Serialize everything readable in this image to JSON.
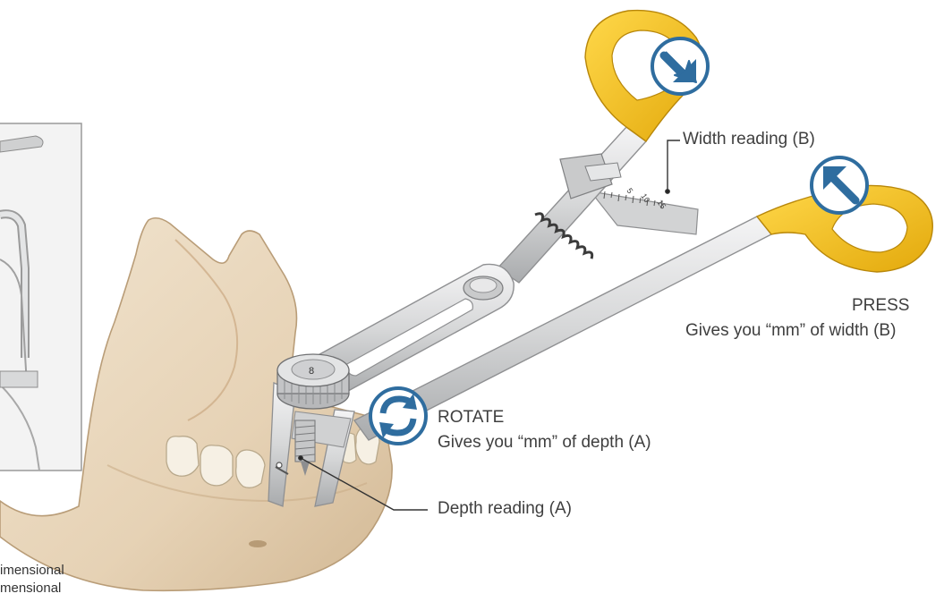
{
  "labels": {
    "width_reading": "Width reading (B)",
    "press_title": "PRESS",
    "press_desc": "Gives you “mm” of width (B)",
    "rotate_title": "ROTATE",
    "rotate_desc": "Gives you “mm” of depth (A)",
    "depth_reading": "Depth reading (A)",
    "inset_caption_1": "imensional",
    "inset_caption_2": "mensional"
  },
  "scale": {
    "ticks": [
      "5",
      "10",
      "15"
    ]
  },
  "knob_mark": "8",
  "icons": [
    "press-in-arrow-icon",
    "press-out-arrow-icon",
    "rotate-arrows-icon"
  ],
  "colors": {
    "handle_yellow": "#f2c01a",
    "icon_blue": "#2f6d9f",
    "bone": "#ead8bf",
    "metal": "#d9dadb",
    "text": "#3f3f3f"
  }
}
